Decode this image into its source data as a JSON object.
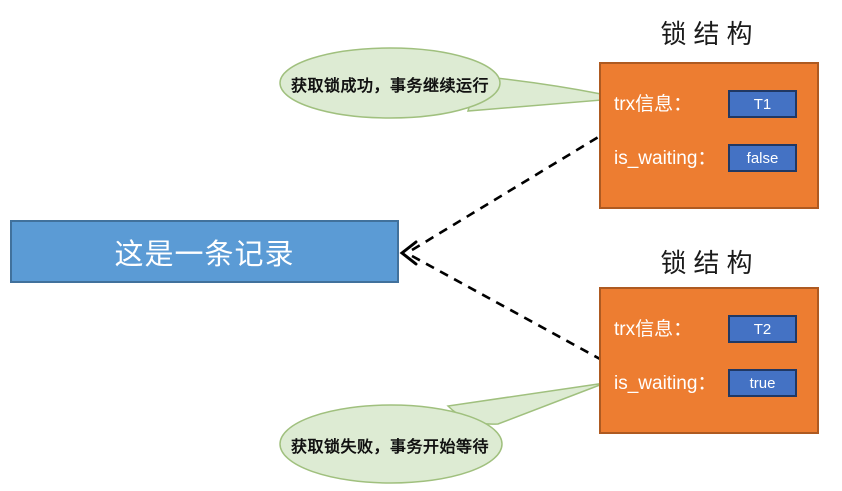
{
  "record": {
    "label": "这是一条记录"
  },
  "lock_structures": [
    {
      "title": "锁结构",
      "trx_label": "trx信息：",
      "trx_value": "T1",
      "waiting_label": "is_waiting：",
      "waiting_value": "false"
    },
    {
      "title": "锁结构",
      "trx_label": "trx信息：",
      "trx_value": "T2",
      "waiting_label": "is_waiting：",
      "waiting_value": "true"
    }
  ],
  "callouts": [
    {
      "text": "获取锁成功，事务继续运行"
    },
    {
      "text": "获取锁失败，事务开始等待"
    }
  ],
  "colors": {
    "record_fill": "#5B9BD5",
    "record_border": "#41719C",
    "lock_fill": "#ED7D31",
    "lock_border": "#AE5A21",
    "value_fill": "#4472C4",
    "value_border": "#203864",
    "callout_fill": "#DDEBD3",
    "callout_border": "#A0C07E",
    "connector": "#000000"
  }
}
